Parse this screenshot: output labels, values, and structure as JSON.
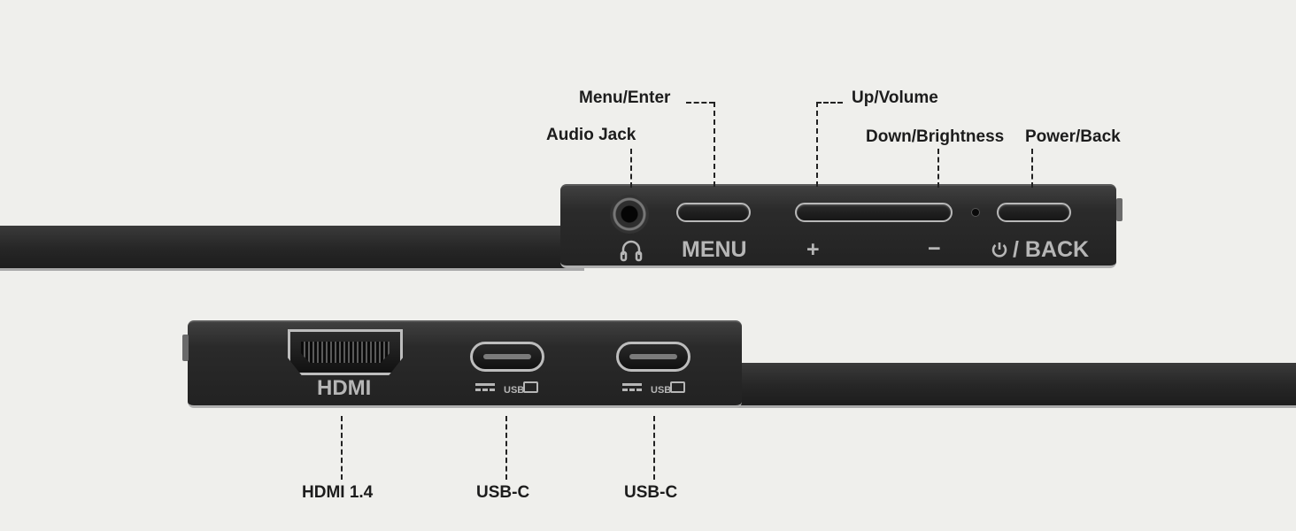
{
  "top_panel": {
    "callouts": {
      "menu_enter": "Menu/Enter",
      "up_volume": "Up/Volume",
      "audio_jack": "Audio Jack",
      "down_brightness": "Down/Brightness",
      "power_back": "Power/Back"
    },
    "printed_labels": {
      "headphone_icon": "headphones-icon",
      "menu": "MENU",
      "plus": "+",
      "minus": "−",
      "power_icon": "power-icon",
      "back": "/ BACK"
    }
  },
  "bottom_panel": {
    "callouts": {
      "hdmi": "HDMI 1.4",
      "usb_c_1": "USB-C",
      "usb_c_2": "USB-C"
    },
    "printed_labels": {
      "hdmi": "HDMI",
      "usb": "USB",
      "dc_icon": "dc-power-icon",
      "display_icon": "displayport-icon"
    }
  },
  "colors": {
    "background": "#efefec",
    "device_body": "#262626",
    "printed_text": "#b6b6b6",
    "callout_text": "#1c1c1c"
  }
}
